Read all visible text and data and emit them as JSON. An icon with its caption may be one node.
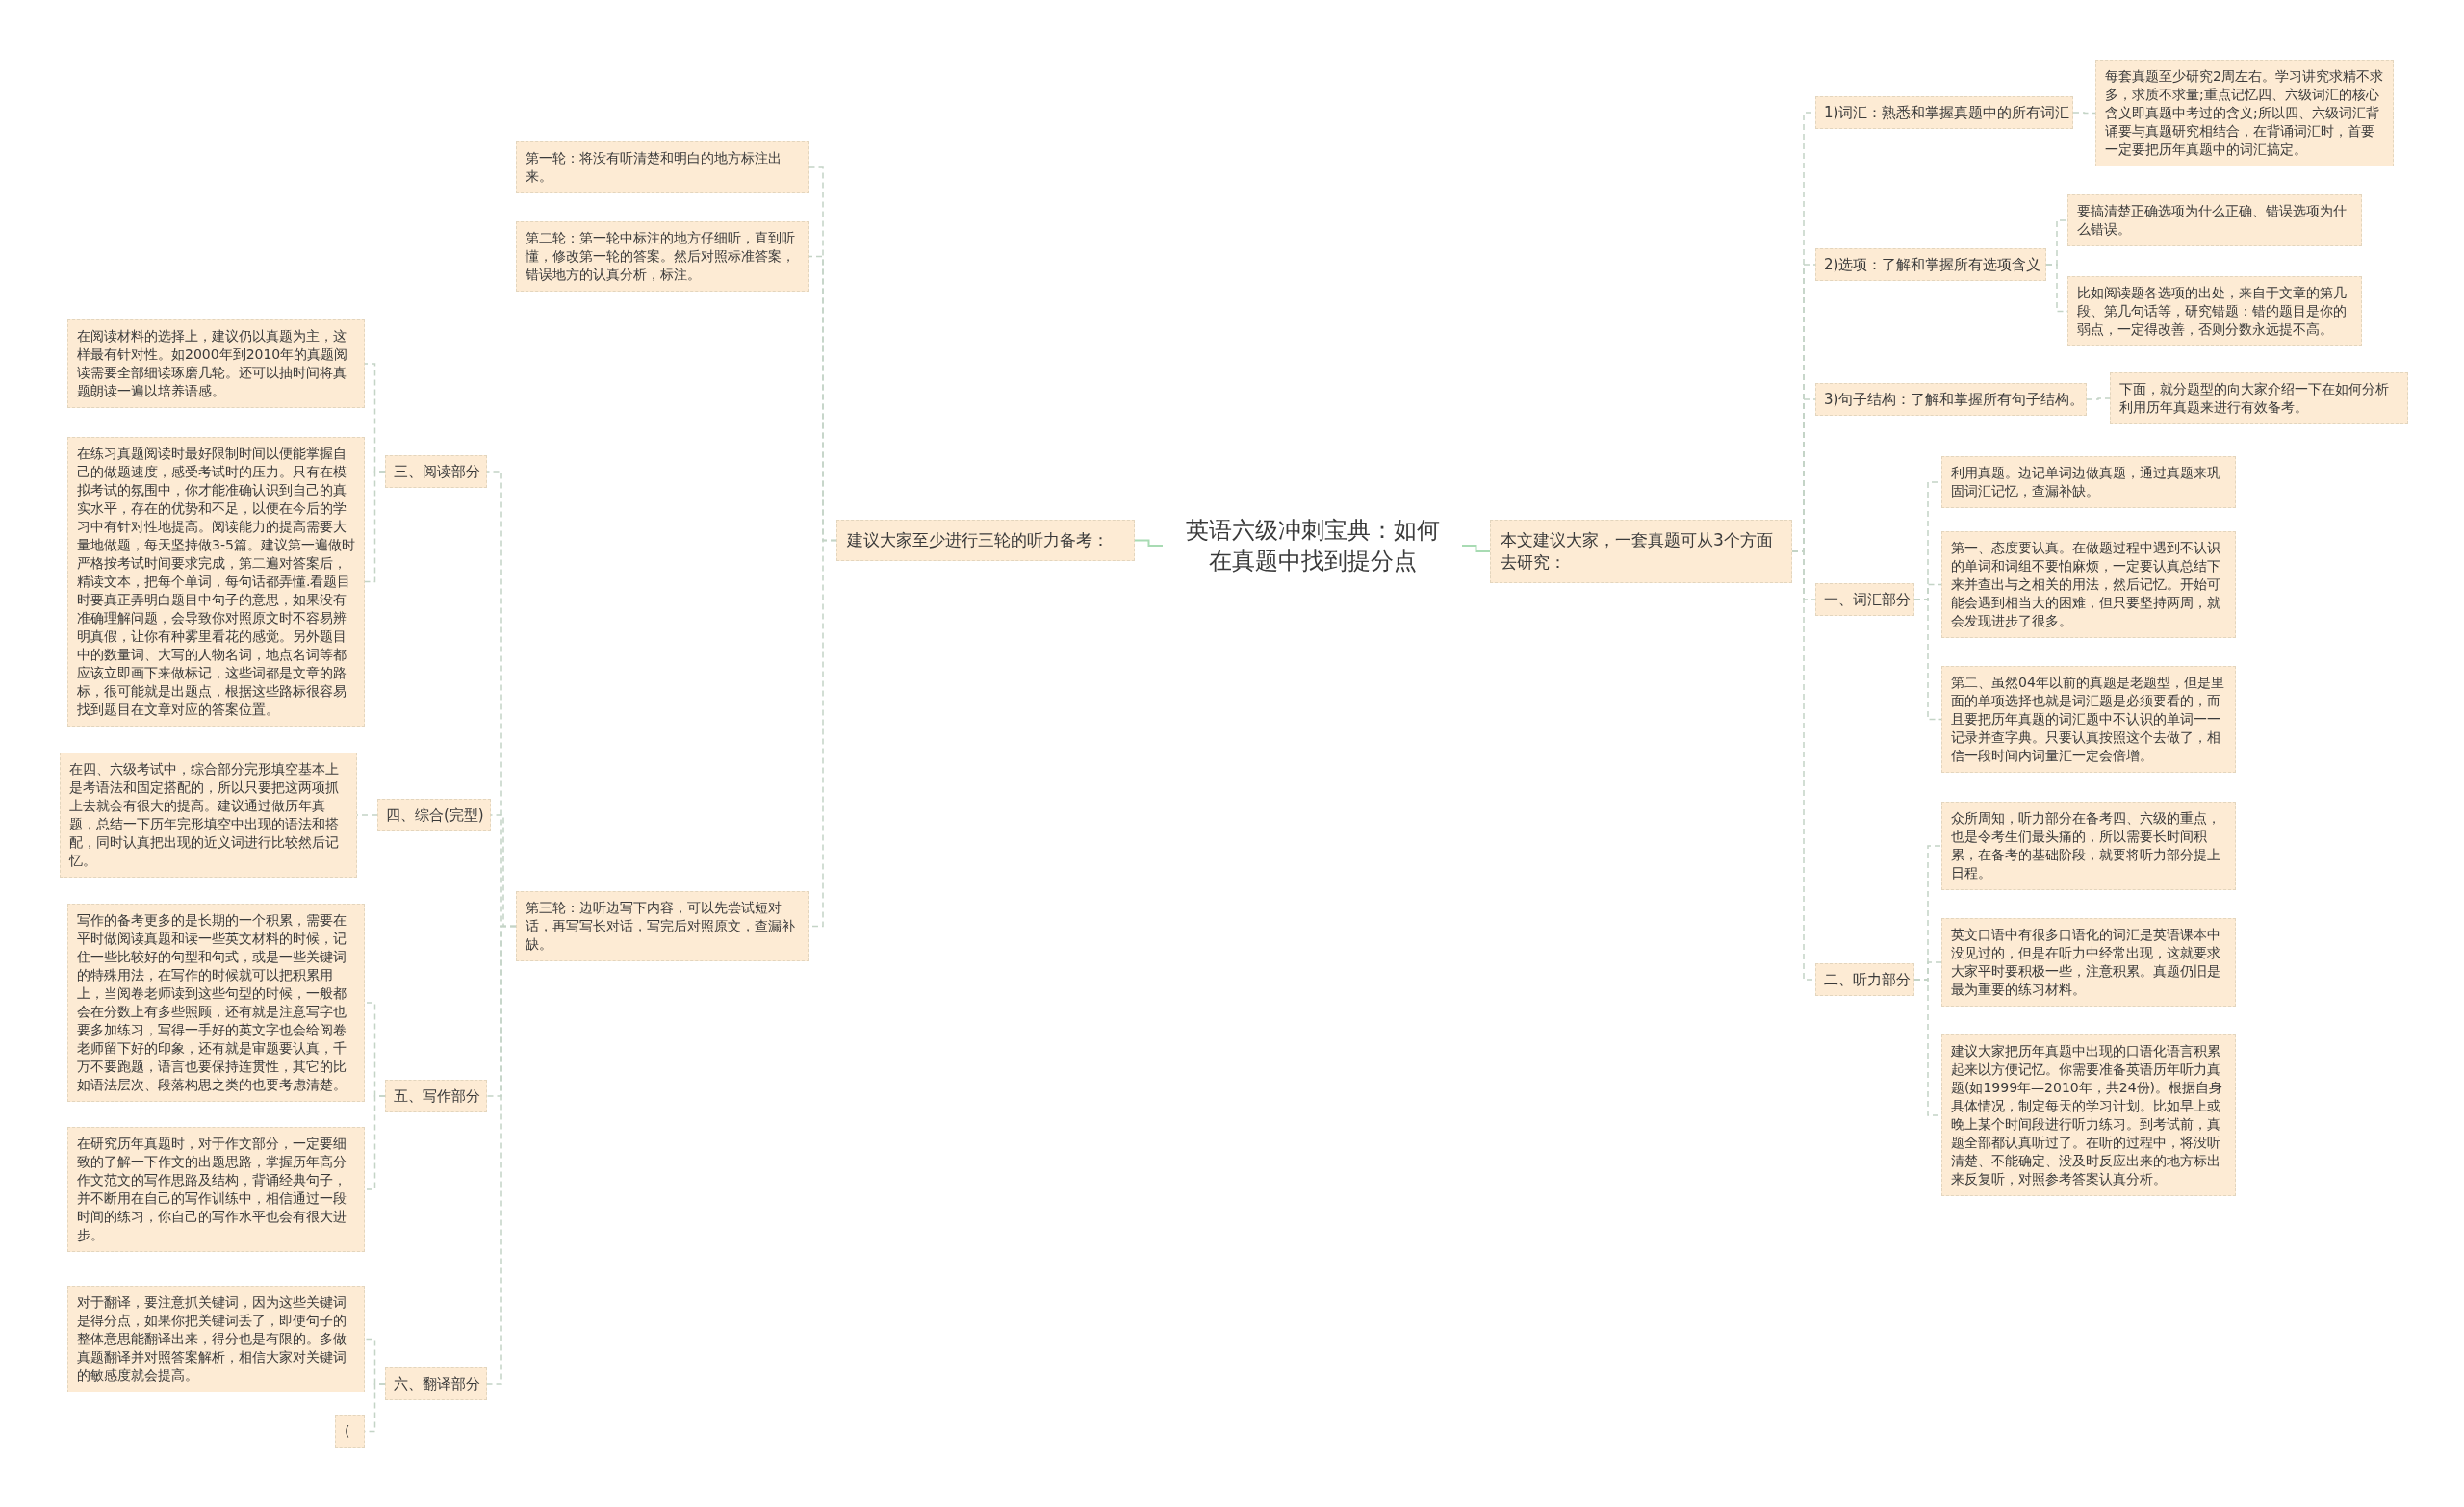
{
  "diagram": {
    "nodes": [
      {
        "text": [
          "英语六级冲刺宝典：如何在真题中找到提分点"
        ]
      },
      {
        "text": [
          "建议大家至少进行三轮的听力备考："
        ]
      },
      {
        "text": [
          "第一轮：将没有听清楚和明白的地方标注出来。"
        ]
      },
      {
        "text": [
          "第二轮：第一轮中标注的地方仔细听，直到听懂，修改第一轮的答案。然后对照标准答案，错误地方的认真分析，标注。"
        ]
      },
      {
        "text": [
          "第三轮：边听边写下内容，可以先尝试短对话，再写写长对话，写完后对照原文，查漏补缺。"
        ]
      },
      {
        "text": [
          "三、阅读部分"
        ]
      },
      {
        "text": [
          "在阅读材料的选择上，建议仍以真题为主，这样最有针对性。如2000年到2010年的真题阅读需要全部细读琢磨几轮。还可以抽时间将真题朗读一遍以培养语感。"
        ]
      },
      {
        "text": [
          "在练习真题阅读时最好限制时间以便能掌握自己的做题速度，感受考试时的压力。只有在模拟考试的氛围中，你才能准确认识到自己的真实水平，存在的优势和不足，以便在今后的学习中有针对性地提高。阅读能力的提高需要大量地做题，每天坚持做3-5篇。建议第一遍做时严格按考试时间要求完成，第二遍对答案后，精读文本，把每个单词，每句话都弄懂.看题目时要真正弄明白题目中句子的意思，如果没有准确理解问题，会导致你对照原文时不容易辨明真假，让你有种雾里看花的感觉。另外题目中的数量词、大写的人物名词，地点名词等都应该立即画下来做标记，这些词都是文章的路标，很可能就是出题点，根据这些路标很容易找到题目在文章对应的答案位置。"
        ]
      },
      {
        "text": [
          "四、综合(完型)"
        ]
      },
      {
        "text": [
          "在四、六级考试中，综合部分完形填空基本上是考语法和固定搭配的，所以只要把这两项抓上去就会有很大的提高。建议通过做历年真题，总结一下历年完形填空中出现的语法和搭配，同时认真把出现的近义词进行比较然后记忆。"
        ]
      },
      {
        "text": [
          "五、写作部分"
        ]
      },
      {
        "text": [
          "写作的备考更多的是长期的一个积累，需要在平时做阅读真题和读一些英文材料的时候，记住一些比较好的句型和句式，或是一些关键词的特殊用法，在写作的时候就可以把积累用上，当阅卷老师读到这些句型的时候，一般都会在分数上有多些照顾，还有就是注意写字也要多加练习，写得一手好的英文字也会给阅卷老师留下好的印象，还有就是审题要认真，千万不要跑题，语言也要保持连贯性，其它的比如语法层次、段落构思之类的也要考虑清楚。"
        ]
      },
      {
        "text": [
          "在研究历年真题时，对于作文部分，一定要细致的了解一下作文的出题思路，掌握历年高分作文范文的写作思路及结构，背诵经典句子，并不断用在自己的写作训练中，相信通过一段时间的练习，你自己的写作水平也会有很大进步。"
        ]
      },
      {
        "text": [
          "六、翻译部分"
        ]
      },
      {
        "text": [
          "对于翻译，要注意抓关键词，因为这些关键词是得分点，如果你把关键词丢了，即使句子的整体意思能翻译出来，得分也是有限的。多做真题翻译并对照答案解析，相信大家对关键词的敏感度就会提高。"
        ]
      },
      {
        "text": [
          "("
        ]
      },
      {
        "text": [
          "本文建议大家，一套真题可从3个方面去研究："
        ]
      },
      {
        "text": [
          "1)词汇：熟悉和掌握真题中的所有词汇"
        ]
      },
      {
        "text": [
          "每套真题至少研究2周左右。学习讲究求精不求多，求质不求量;重点记忆四、六级词汇的核心含义即真题中考过的含义;所以四、六级词汇背诵要与真题研究相结合，在背诵词汇时，首要一定要把历年真题中的词汇搞定。"
        ]
      },
      {
        "text": [
          "2)选项：了解和掌握所有选项含义"
        ]
      },
      {
        "text": [
          "要搞清楚正确选项为什么正确、错误选项为什么错误。"
        ]
      },
      {
        "text": [
          "比如阅读题各选项的出处，来自于文章的第几段、第几句话等，研究错题：错的题目是你的弱点，一定得改善，否则分数永远提不高。"
        ]
      },
      {
        "text": [
          "3)句子结构：了解和掌握所有句子结构。"
        ]
      },
      {
        "text": [
          "下面，就分题型的向大家介绍一下在如何分析利用历年真题来进行有效备考。"
        ]
      },
      {
        "text": [
          "一、词汇部分"
        ]
      },
      {
        "text": [
          "利用真题。边记单词边做真题，通过真题来巩固词汇记忆，查漏补缺。"
        ]
      },
      {
        "text": [
          "第一、态度要认真。在做题过程中遇到不认识的单词和词组不要怕麻烦，一定要认真总结下来并查出与之相关的用法，然后记忆。开始可能会遇到相当大的困难，但只要坚持两周，就会发现进步了很多。"
        ]
      },
      {
        "text": [
          "第二、虽然04年以前的真题是老题型，但是里面的单项选择也就是词汇题是必须要看的，而且要把历年真题的词汇题中不认识的单词一一记录并查字典。只要认真按照这个去做了，相信一段时间内词量汇一定会倍增。"
        ]
      },
      {
        "text": [
          "二、听力部分"
        ]
      },
      {
        "text": [
          "众所周知，听力部分在备考四、六级的重点，也是令考生们最头痛的，所以需要长时间积累，在备考的基础阶段，就要将听力部分提上日程。"
        ]
      },
      {
        "text": [
          "英文口语中有很多口语化的词汇是英语课本中没见过的，但是在听力中经常出现，这就要求大家平时要积极一些，注意积累。真题仍旧是最为重要的练习材料。"
        ]
      },
      {
        "text": [
          "建议大家把历年真题中出现的口语化语言积累起来以方便记忆。你需要准备英语历年听力真题(如1999年—2010年，共24份)。根据自身具体情况，制定每天的学习计划。比如早上或晚上某个时间段进行听力练习。到考试前，真题全部都认真听过了。在听的过程中，将没听清楚、不能确定、没及时反应出来的地方标出来反复听，对照参考答案认真分析。"
        ]
      }
    ],
    "edges": [
      {
        "from": 0,
        "to": 1,
        "arrow": "none",
        "color": "#a8dbb3"
      },
      {
        "from": 1,
        "to": 2,
        "arrow": "none",
        "style": "dashed"
      },
      {
        "from": 1,
        "to": 3,
        "arrow": "none",
        "style": "dashed"
      },
      {
        "from": 1,
        "to": 4,
        "arrow": "none",
        "style": "dashed"
      },
      {
        "from": 4,
        "to": 5,
        "arrow": "none",
        "style": "dashed"
      },
      {
        "from": 5,
        "to": 6,
        "arrow": "none",
        "style": "dashed"
      },
      {
        "from": 5,
        "to": 7,
        "arrow": "none",
        "style": "dashed"
      },
      {
        "from": 4,
        "to": 8,
        "arrow": "none",
        "style": "dashed"
      },
      {
        "from": 8,
        "to": 9,
        "arrow": "none",
        "style": "dashed"
      },
      {
        "from": 4,
        "to": 10,
        "arrow": "none",
        "style": "dashed"
      },
      {
        "from": 10,
        "to": 11,
        "arrow": "none",
        "style": "dashed"
      },
      {
        "from": 10,
        "to": 12,
        "arrow": "none",
        "style": "dashed"
      },
      {
        "from": 4,
        "to": 13,
        "arrow": "none",
        "style": "dashed"
      },
      {
        "from": 13,
        "to": 14,
        "arrow": "none",
        "style": "dashed"
      },
      {
        "from": 13,
        "to": 15,
        "arrow": "none",
        "style": "dashed"
      },
      {
        "from": 0,
        "to": 16,
        "arrow": "none",
        "color": "#a8dbb3"
      },
      {
        "from": 16,
        "to": 17,
        "arrow": "none",
        "style": "dashed"
      },
      {
        "from": 17,
        "to": 18,
        "arrow": "none",
        "style": "dashed"
      },
      {
        "from": 16,
        "to": 19,
        "arrow": "none",
        "style": "dashed"
      },
      {
        "from": 19,
        "to": 20,
        "arrow": "none",
        "style": "dashed"
      },
      {
        "from": 19,
        "to": 21,
        "arrow": "none",
        "style": "dashed"
      },
      {
        "from": 16,
        "to": 22,
        "arrow": "none",
        "style": "dashed"
      },
      {
        "from": 22,
        "to": 23,
        "arrow": "none",
        "style": "dashed"
      },
      {
        "from": 16,
        "to": 24,
        "arrow": "none",
        "style": "dashed"
      },
      {
        "from": 24,
        "to": 25,
        "arrow": "none",
        "style": "dashed"
      },
      {
        "from": 24,
        "to": 26,
        "arrow": "none",
        "style": "dashed"
      },
      {
        "from": 24,
        "to": 27,
        "arrow": "none",
        "style": "dashed"
      },
      {
        "from": 16,
        "to": 28,
        "arrow": "none",
        "style": "dashed"
      },
      {
        "from": 28,
        "to": 29,
        "arrow": "none",
        "style": "dashed"
      },
      {
        "from": 28,
        "to": 30,
        "arrow": "none",
        "style": "dashed"
      },
      {
        "from": 28,
        "to": 31,
        "arrow": "none",
        "style": "dashed"
      }
    ]
  }
}
